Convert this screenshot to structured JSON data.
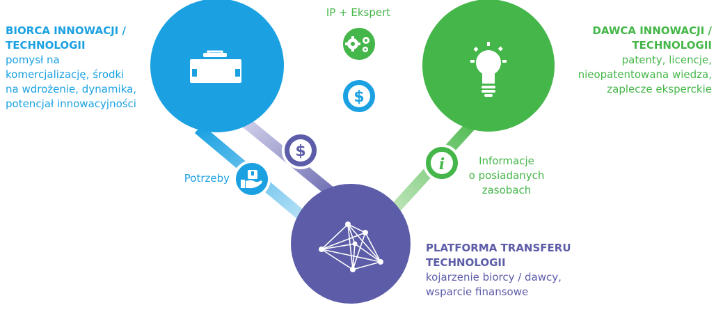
{
  "colors": {
    "blue": "#1ba1e2",
    "green": "#45b649",
    "purple": "#5c5ca8",
    "light_blue": "#bfe6f8",
    "light_green": "#c7ebc3",
    "light_purple": "#c9c8e4"
  },
  "nodes": {
    "biorca": {
      "title_line1": "BIORCA INNOWACJI /",
      "title_line2": "TECHNOLOGII",
      "desc": [
        "pomysł na",
        "komercjalizację, środki",
        "na wdrożenie, dynamika,",
        "potencjał innowacyjności"
      ],
      "icon": "briefcase-icon"
    },
    "dawca": {
      "title_line1": "DAWCA INNOWACJI /",
      "title_line2": "TECHNOLOGII",
      "desc": [
        "patenty, licencje,",
        "nieopatentowana wiedza,",
        "zaplecze eksperckie"
      ],
      "icon": "lightbulb-icon"
    },
    "platforma": {
      "title_line1": "PLATFORMA TRANSFERU",
      "title_line2": "TECHNOLOGII",
      "desc": [
        "kojarzenie biorcy / dawcy,",
        "wsparcie finansowe"
      ],
      "icon": "network-icon"
    }
  },
  "connections": {
    "ip_expert": {
      "label": "IP + Ekspert",
      "icon": "gears-icon"
    },
    "money_top": {
      "label": "",
      "icon": "dollar-icon"
    },
    "money_diag": {
      "label": "",
      "icon": "dollar-icon"
    },
    "info": {
      "label_lines": [
        "Informacje",
        "o posiadanych",
        "zasobach"
      ],
      "icon": "info-icon",
      "glyph": "i"
    },
    "needs": {
      "label": "Potrzeby",
      "icon": "hand-box-icon"
    }
  },
  "glyphs": {
    "dollar": "$"
  }
}
